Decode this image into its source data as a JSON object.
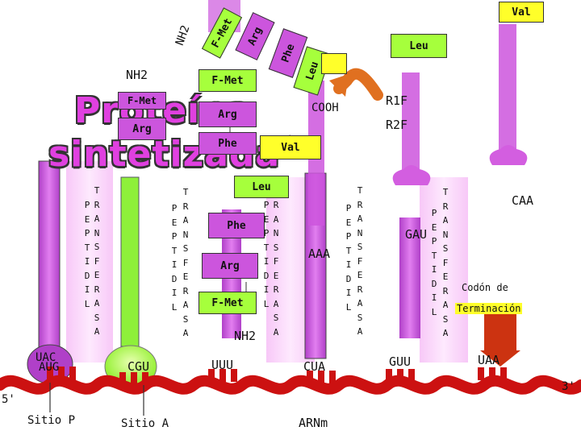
{
  "title": {
    "line1": "Proteína",
    "line2": "sintetizada"
  },
  "amino_acids": {
    "nh2": "NH2",
    "fmet": "F-Met",
    "arg": "Arg",
    "phe": "Phe",
    "leu": "Leu",
    "val": "Val"
  },
  "labels": {
    "cooh": "COOH",
    "r1f": "R1F",
    "r2f": "R2F",
    "aaa": "AAA",
    "gau": "GAU",
    "caa": "CAA",
    "uac": "UAC",
    "aug": "AUG",
    "cgu": "CGU",
    "uuu": "UUU",
    "cua": "CUA",
    "guu": "GUU",
    "uaa": "UAA",
    "five_prime": "5'",
    "three_prime": "3'",
    "sitio_p": "Sitio P",
    "sitio_a": "Sitio A",
    "arnm": "ARNm",
    "codon_de": "Codón de",
    "terminacion": "Terminación"
  },
  "peptidil_letters": [
    "P",
    "E",
    "P",
    "T",
    "I",
    "D",
    "I",
    "L"
  ],
  "transferencia_letters": [
    "T",
    "R",
    "A",
    "N",
    "S",
    "F",
    "E",
    "R",
    "A",
    "S",
    "A"
  ],
  "colors": {
    "purple": "#cc55dd",
    "green": "#a6ff3c",
    "yellow": "#ffff2a",
    "mrna": "#cc1111",
    "arrow_orange": "#e07020",
    "stop_arrow": "#cc3311",
    "title_pink": "#e040e0"
  }
}
